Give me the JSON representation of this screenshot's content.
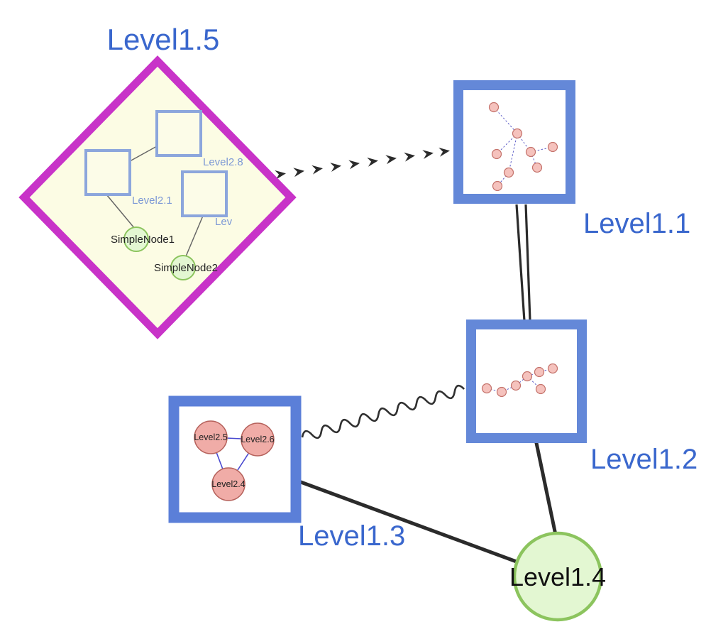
{
  "colors": {
    "label_blue": "#3a67cd",
    "small_label_blue": "#7d99d6",
    "diamond_border": "#c833c8",
    "diamond_fill": "#fcfce4",
    "square_border_blue": "#6488d8",
    "inner_square_border": "#8ca6dc",
    "green_fill": "#e3f7d2",
    "green_border": "#8cc45e",
    "pink_fill": "#f5c2bd",
    "pink_border": "#c4726b",
    "mini_edge_blue": "#6060c8",
    "edge_black": "#2b2b2b"
  },
  "graph": {
    "nodes": {
      "level1_5": {
        "label": "Level1.5",
        "shape": "diamond-group",
        "children": {
          "level2_8": {
            "label": "Level2.8",
            "shape": "square"
          },
          "level2_1": {
            "label": "Level2.1",
            "shape": "square"
          },
          "level2_trunc": {
            "label": "Lev",
            "shape": "square"
          },
          "simpleNode1": {
            "label": "SimpleNode1",
            "shape": "circle"
          },
          "simpleNode2": {
            "label": "SimpleNode2",
            "shape": "circle"
          }
        }
      },
      "level1_1": {
        "label": "Level1.1",
        "shape": "square-group"
      },
      "level1_2": {
        "label": "Level1.2",
        "shape": "square-group"
      },
      "level1_3": {
        "label": "Level1.3",
        "shape": "square-group",
        "children": {
          "level2_5": {
            "label": "Level2.5",
            "shape": "circle"
          },
          "level2_6": {
            "label": "Level2.6",
            "shape": "circle"
          },
          "level2_4": {
            "label": "Level2.4",
            "shape": "circle"
          }
        }
      },
      "level1_4": {
        "label": "Level1.4",
        "shape": "circle"
      }
    },
    "edges": [
      {
        "from": "Level1.5",
        "to": "Level1.1",
        "style": "dashed-arrow"
      },
      {
        "from": "Level1.1",
        "to": "Level1.2",
        "style": "double-line"
      },
      {
        "from": "Level1.3",
        "to": "Level1.2",
        "style": "wavy"
      },
      {
        "from": "Level1.3",
        "to": "Level1.4",
        "style": "solid"
      },
      {
        "from": "Level1.2",
        "to": "Level1.4",
        "style": "solid"
      }
    ]
  }
}
